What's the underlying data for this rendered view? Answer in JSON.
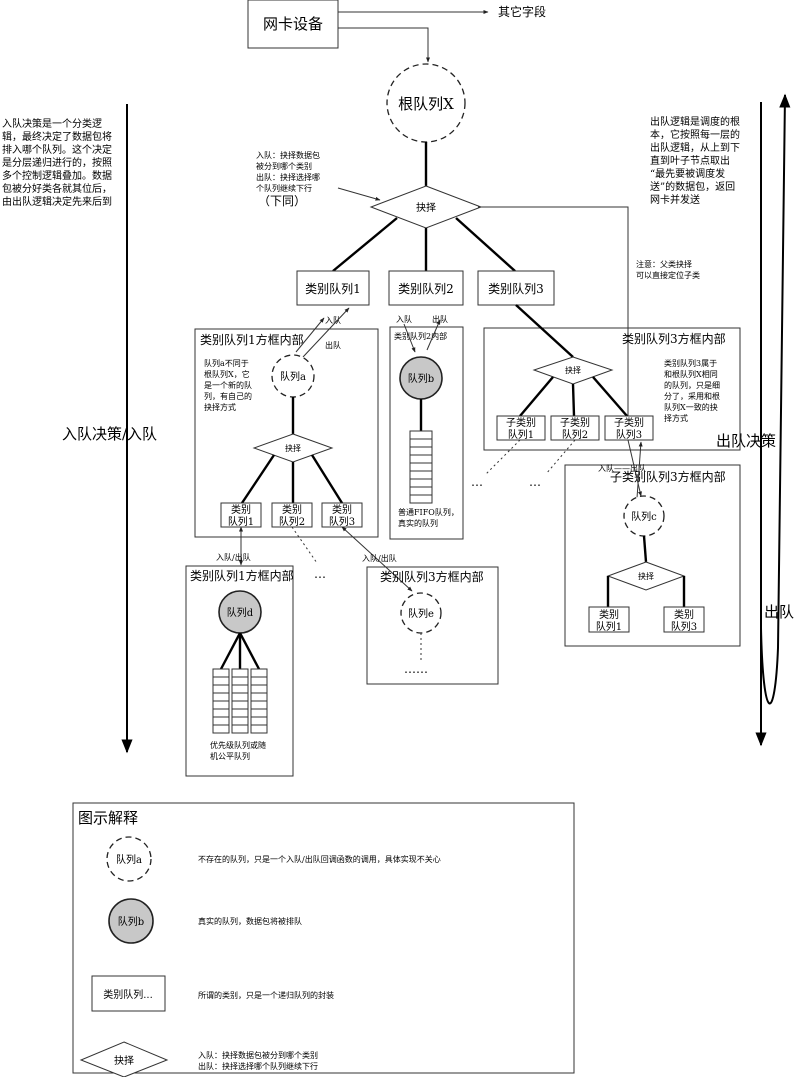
{
  "nic": {
    "label": "网卡设备",
    "other": "其它字段"
  },
  "root": {
    "label": "根队列X"
  },
  "root_note": {
    "lines": [
      "入队：抉择数据包",
      "被分到哪个类别",
      "出队：抉择选择哪",
      "个队列继续下行"
    ],
    "tail": "（下同）"
  },
  "choose_label": "抉择",
  "class_boxes": [
    "类别队列1",
    "类别队列2",
    "类别队列3"
  ],
  "left_note": [
    "入队决策是一个分类逻",
    "辑，最终决定了数据包将",
    "排入哪个队列。这个决定",
    "是分层递归进行的，按照",
    "多个控制逻辑叠加。数据",
    "包被分好类各就其位后，",
    "由出队逻辑决定先来后到"
  ],
  "right_note": [
    "出队逻辑是调度的根",
    "本，它按照每一层的",
    "出队逻辑，从上到下",
    "直到叶子节点取出",
    "“最先要被调度发",
    "送”的数据包，返回",
    "网卡并发送"
  ],
  "side_labels": {
    "enqueue": "入队决策/入队",
    "dequeue_decision": "出队决策",
    "dequeue": "出队"
  },
  "note_direct": [
    "注意：父类抉择",
    "可以直接定位子类"
  ],
  "labels": {
    "enqueue": "入队",
    "dequeue": "出队",
    "enq_deq": "入队/出队",
    "enq_dash_deq": "入队——出队"
  },
  "frame1": {
    "title": "类别队列1方框内部",
    "queue": "队列a",
    "note": [
      "队列a不同于",
      "根队列X，它",
      "是一个新的队",
      "列，有自己的",
      "抉择方式"
    ],
    "subs": [
      "类别\n队列1",
      "类别\n队列2",
      "类别\n队列3"
    ]
  },
  "frame2": {
    "title": "类别队列2内部",
    "queue": "队列b",
    "note": [
      "普通FIFO队列，",
      "真实的队列"
    ]
  },
  "frame3": {
    "title": "类别队列3方框内部",
    "note": [
      "类别队列3属于",
      "和根队列X相同",
      "的队列，只是细",
      "分了，采用和根",
      "队列X一致的抉",
      "择方式"
    ],
    "subs": [
      "子类别\n队列1",
      "子类别\n队列2",
      "子类别\n队列3"
    ]
  },
  "frame4": {
    "title": "子类别队列3方框内部",
    "queue": "队列c",
    "subs": [
      "类别\n队列1",
      "类别\n队列3"
    ]
  },
  "frame5": {
    "title": "类别队列1方框内部",
    "queue": "队列d",
    "note": [
      "优先级队列或随",
      "机公平队列"
    ]
  },
  "frame6": {
    "title": "类别队列3方框内部",
    "queue": "队列e",
    "dots": "……"
  },
  "ellipsis": "…",
  "legend": {
    "title": "图示解释",
    "items": [
      {
        "symbol": "队列a",
        "text": "不存在的队列，只是一个入队/出队回调函数的调用，具体实现不关心"
      },
      {
        "symbol": "队列b",
        "text": "真实的队列，数据包将被排队"
      },
      {
        "symbol": "类别队列...",
        "text": "所谓的类别，只是一个递归队列的封装"
      },
      {
        "symbol": "抉择",
        "text_lines": [
          "入队：抉择数据包被分到哪个类别",
          "出队：抉择选择哪个队列继续下行"
        ]
      }
    ]
  }
}
